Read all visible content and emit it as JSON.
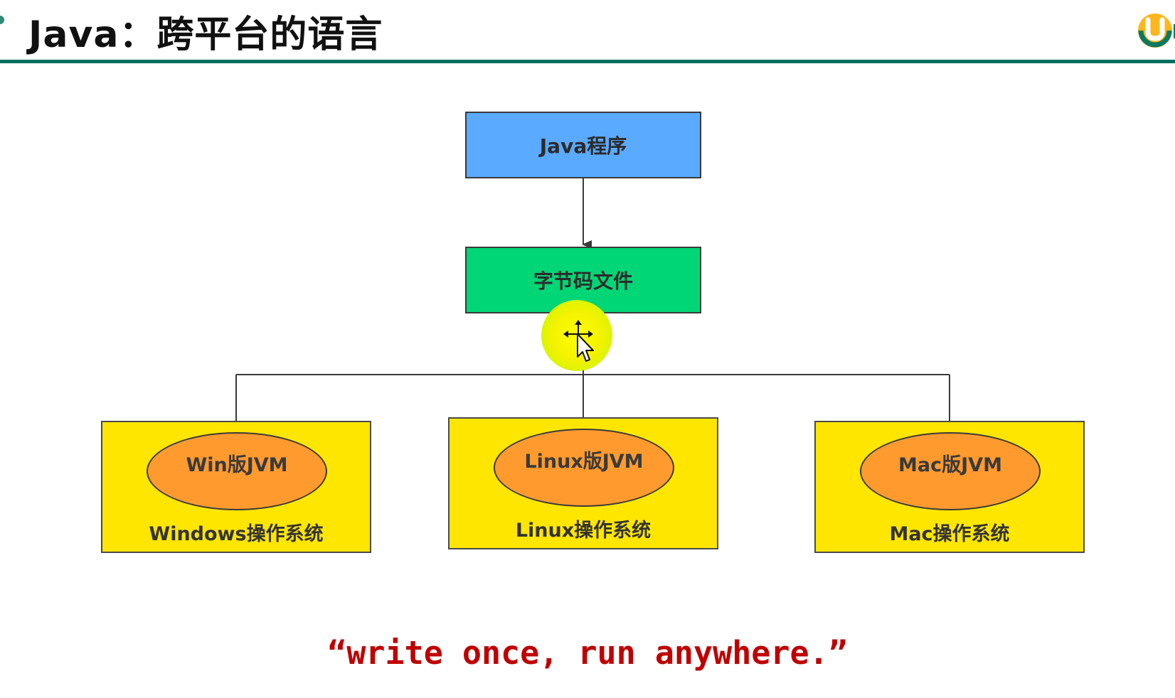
{
  "header": {
    "title": "Java：跨平台的语言",
    "accent_color": "#006e5f",
    "logo_icon": "u-logo-icon"
  },
  "diagram": {
    "source": {
      "label": "Java程序",
      "color": "#5aaaff"
    },
    "bytecode": {
      "label": "字节码文件",
      "color": "#00d676"
    },
    "platforms": [
      {
        "jvm": "Win版JVM",
        "os": "Windows操作系统"
      },
      {
        "jvm": "Linux版JVM",
        "os": "Linux操作系统"
      },
      {
        "jvm": "Mac版JVM",
        "os": "Mac操作系统"
      }
    ],
    "platform_color": "#ffe600",
    "jvm_color": "#ff9a2e",
    "connector_color": "#3a3a3a"
  },
  "motto": {
    "text": "“write once, run anywhere.”",
    "color": "#c00000"
  },
  "pointer": {
    "icon": "move-cursor-icon",
    "highlight_color": "#ffff00"
  }
}
